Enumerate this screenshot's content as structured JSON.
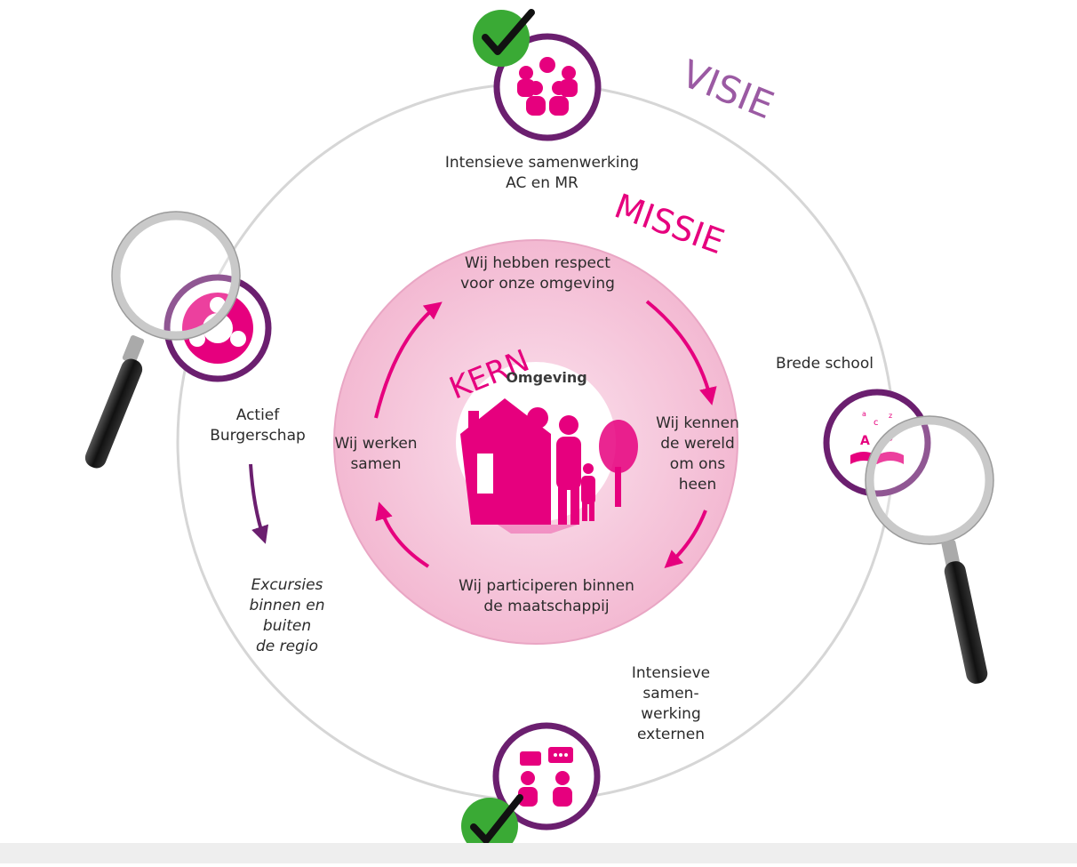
{
  "labels": {
    "visie": "VISIE",
    "missie": "MISSIE",
    "kern": "KERN",
    "center": "Omgeving"
  },
  "outer_items": {
    "top": "Intensieve samenwerking\nAC en MR",
    "right": "Brede school",
    "left": "Actief\nBurgerschap",
    "left_sub": "Excursies\nbinnen en\nbuiten\nde regio",
    "bottom": "Intensieve\nsamen-\nwerking\nexternen"
  },
  "cycle": {
    "top": "Wij hebben respect\nvoor onze omgeving",
    "right": "Wij kennen\nde wereld\nom ons\nheen",
    "bottom": "Wij participeren binnen\nde maatschappij",
    "left": "Wij werken\nsamen"
  },
  "colors": {
    "purple": "#6b1f6f",
    "visie_text": "#9b5aa3",
    "magenta": "#e6007e",
    "pink_ring": "#f6c8dc",
    "check_green": "#3aaa35"
  },
  "icons": {
    "top": "group-icon",
    "left": "community-circle-icon",
    "right": "open-book-letters-icon",
    "bottom": "chat-people-icon",
    "center": "family-house-tree-icon",
    "magnifier": "magnifying-glass-icon",
    "check": "check-mark-icon"
  }
}
